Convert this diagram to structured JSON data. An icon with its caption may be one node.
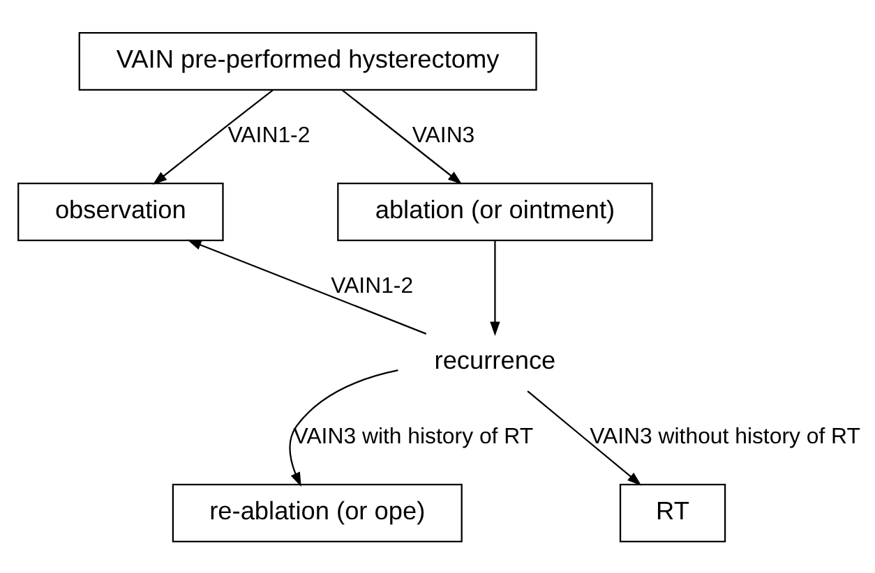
{
  "diagram": {
    "nodes": [
      {
        "text": [
          "VAIN pre-performed hysterectomy"
        ]
      },
      {
        "text": [
          "observation"
        ]
      },
      {
        "text": [
          "ablation (or ointment)"
        ]
      },
      {
        "text": [
          "recurrence"
        ]
      },
      {
        "text": [
          "re-ablation (or ope)"
        ]
      },
      {
        "text": [
          "RT"
        ]
      }
    ],
    "edges": [
      {
        "from": 0,
        "to": 1,
        "arrow": "to",
        "label": "VAIN1-2"
      },
      {
        "from": 0,
        "to": 2,
        "arrow": "to",
        "label": "VAIN3"
      },
      {
        "from": 2,
        "to": 3,
        "arrow": "to"
      },
      {
        "from": 3,
        "to": 1,
        "arrow": "to",
        "label": "VAIN1-2"
      },
      {
        "from": 3,
        "to": 4,
        "arrow": "to",
        "label": "VAIN3 with history of RT"
      },
      {
        "from": 3,
        "to": 5,
        "arrow": "to",
        "label": "VAIN3 without history of RT"
      }
    ]
  }
}
